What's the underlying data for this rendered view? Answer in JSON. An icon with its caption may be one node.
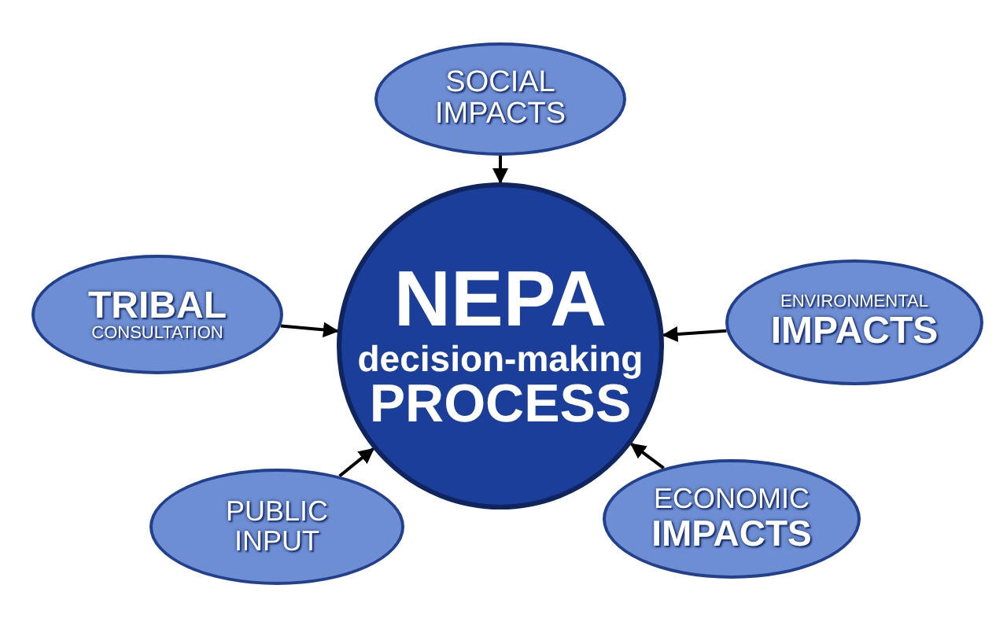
{
  "diagram": {
    "nodes": [
      {
        "text": [
          "NEPA",
          "decision-making",
          "PROCESS"
        ]
      },
      {
        "text": [
          "SOCIAL IMPACTS"
        ]
      },
      {
        "text": [
          "TRIBAL",
          "CONSULTATION"
        ]
      },
      {
        "text": [
          "ENVIRONMENTAL",
          "IMPACTS"
        ]
      },
      {
        "text": [
          "PUBLIC INPUT"
        ]
      },
      {
        "text": [
          "ECONOMIC",
          "IMPACTS"
        ]
      }
    ],
    "edges": [
      {
        "from": 1,
        "to": 0,
        "arrow": "to"
      },
      {
        "from": 2,
        "to": 0,
        "arrow": "to"
      },
      {
        "from": 3,
        "to": 0,
        "arrow": "to"
      },
      {
        "from": 4,
        "to": 0,
        "arrow": "to"
      },
      {
        "from": 5,
        "to": 0,
        "arrow": "to"
      }
    ]
  }
}
